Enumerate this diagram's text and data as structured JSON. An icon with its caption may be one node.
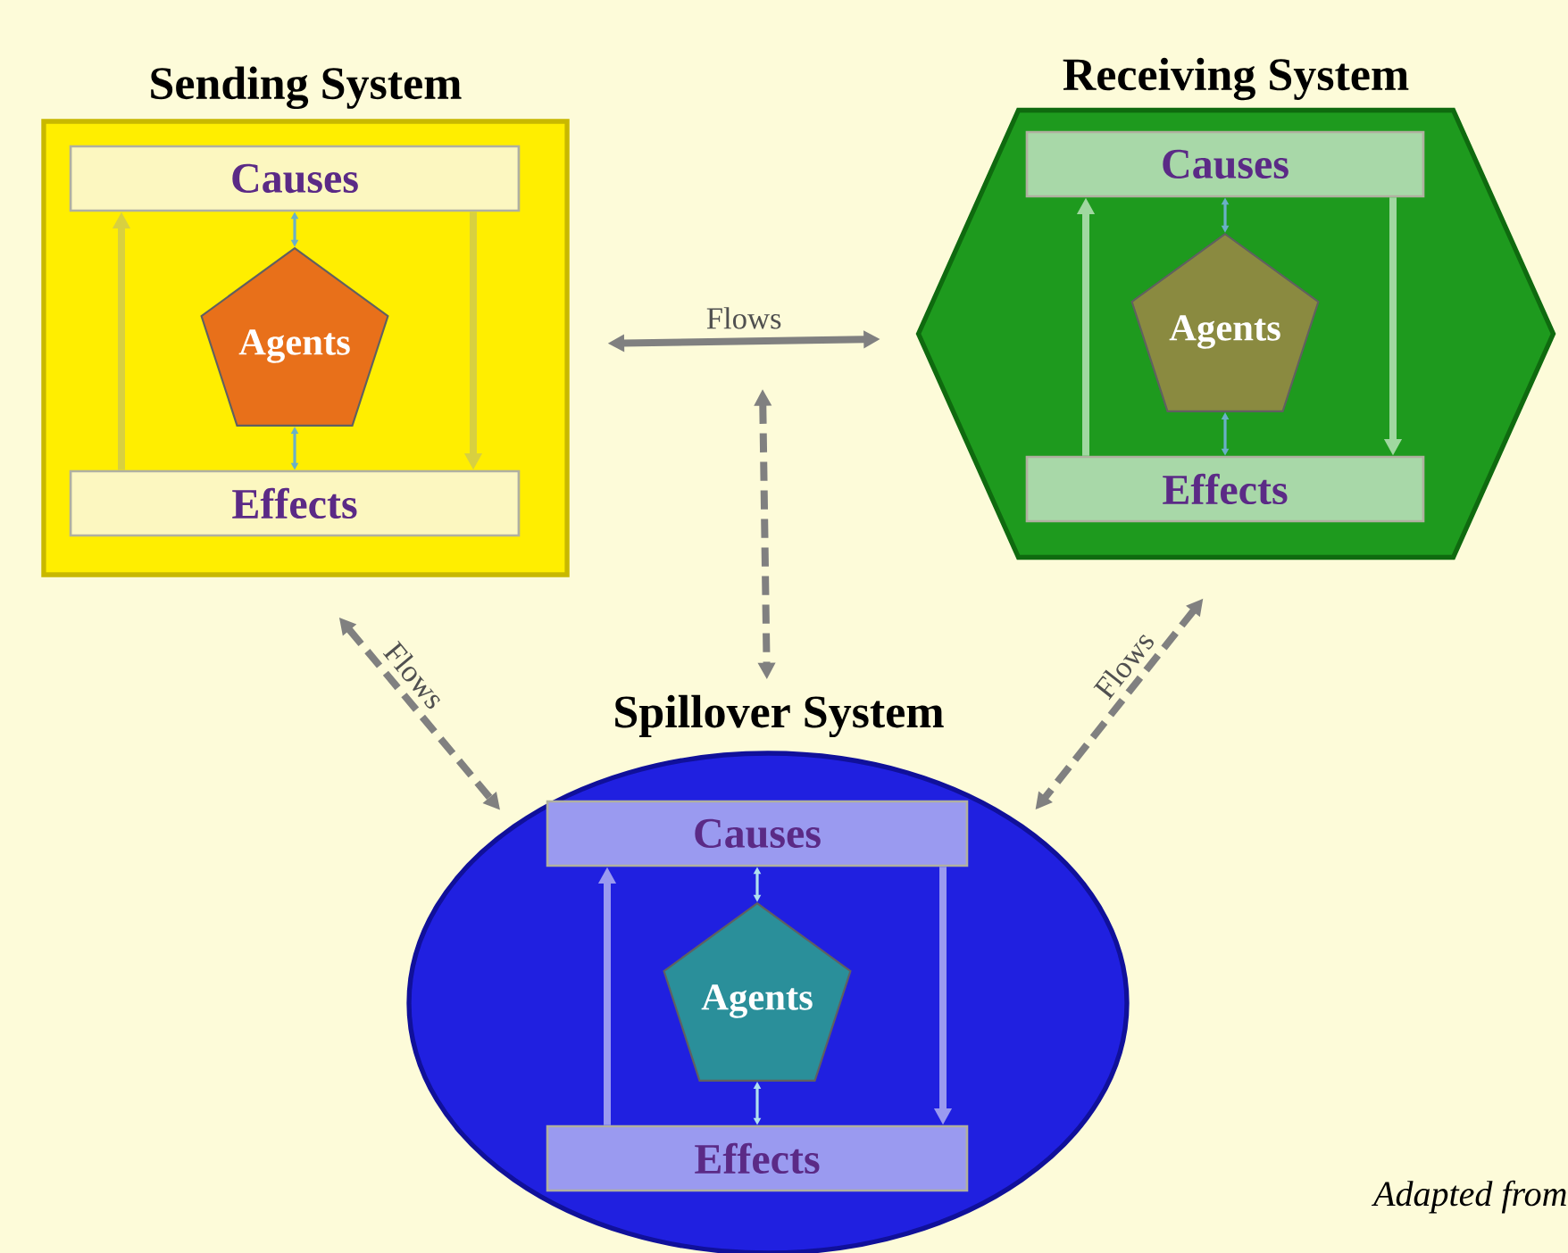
{
  "diagram": {
    "nodes": [
      {
        "text": [
          "Sending System"
        ]
      },
      {
        "text": [
          "Causes"
        ],
        "in": 0
      },
      {
        "text": [
          "Agents"
        ],
        "in": 0
      },
      {
        "text": [
          "Effects"
        ],
        "in": 0
      },
      {
        "text": [
          "Receiving System"
        ]
      },
      {
        "text": [
          "Causes"
        ],
        "in": 4
      },
      {
        "text": [
          "Agents"
        ],
        "in": 4
      },
      {
        "text": [
          "Effects"
        ],
        "in": 4
      },
      {
        "text": [
          "Spillover System"
        ]
      },
      {
        "text": [
          "Causes"
        ],
        "in": 8
      },
      {
        "text": [
          "Agents"
        ],
        "in": 8
      },
      {
        "text": [
          "Effects"
        ],
        "in": 8
      }
    ],
    "edges": [
      {
        "from": 0,
        "to": 4,
        "arrow": "both",
        "label": "Flows",
        "color": "#808080"
      },
      {
        "from": null,
        "to": 8,
        "arrow": "both",
        "style": "dashed",
        "color": "#808080"
      },
      {
        "from": 0,
        "to": 8,
        "arrow": "both",
        "label": "Flows",
        "style": "dashed",
        "color": "#808080"
      },
      {
        "from": 4,
        "to": 8,
        "arrow": "both",
        "label": "Flows",
        "style": "dashed",
        "color": "#808080"
      },
      {
        "from": 3,
        "to": 1,
        "arrow": "to",
        "color": "#d8d040"
      },
      {
        "from": 1,
        "to": 3,
        "arrow": "to",
        "color": "#d8d040"
      },
      {
        "from": 2,
        "to": 1,
        "arrow": "both",
        "color": "#6ab0c8"
      },
      {
        "from": 2,
        "to": 3,
        "arrow": "both",
        "color": "#6ab0c8"
      },
      {
        "from": 7,
        "to": 5,
        "arrow": "to",
        "color": "#a0d8a0"
      },
      {
        "from": 5,
        "to": 7,
        "arrow": "to",
        "color": "#a0d8a0"
      },
      {
        "from": 6,
        "to": 5,
        "arrow": "both",
        "color": "#6ab0c8"
      },
      {
        "from": 6,
        "to": 7,
        "arrow": "both",
        "color": "#6ab0c8"
      },
      {
        "from": 11,
        "to": 9,
        "arrow": "to",
        "color": "#9a9af0"
      },
      {
        "from": 9,
        "to": 11,
        "arrow": "to",
        "color": "#9a9af0"
      },
      {
        "from": 10,
        "to": 9,
        "arrow": "both",
        "color": "#b0e0f0"
      },
      {
        "from": 10,
        "to": 11,
        "arrow": "both",
        "color": "#b0e0f0"
      }
    ],
    "labels": [
      "Adapted from"
    ]
  }
}
